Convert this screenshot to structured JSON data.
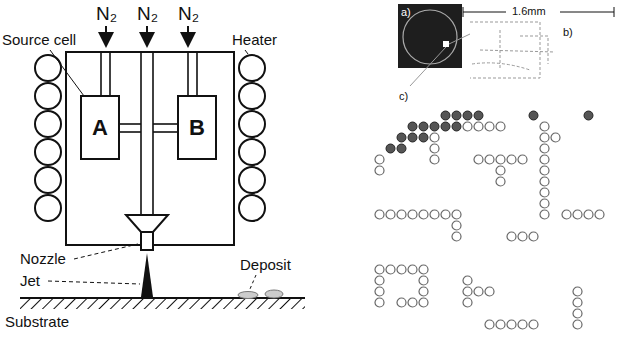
{
  "diagram": {
    "nodes": [
      {
        "text": [
          "A"
        ]
      },
      {
        "text": [
          "B"
        ]
      }
    ],
    "labels": [
      "N₂",
      "N₂",
      "N₂",
      "Source cell",
      "Heater",
      "Nozzle",
      "Jet",
      "Deposit",
      "Substrate",
      "a)",
      "b)",
      "1.6mm",
      "c)"
    ]
  }
}
